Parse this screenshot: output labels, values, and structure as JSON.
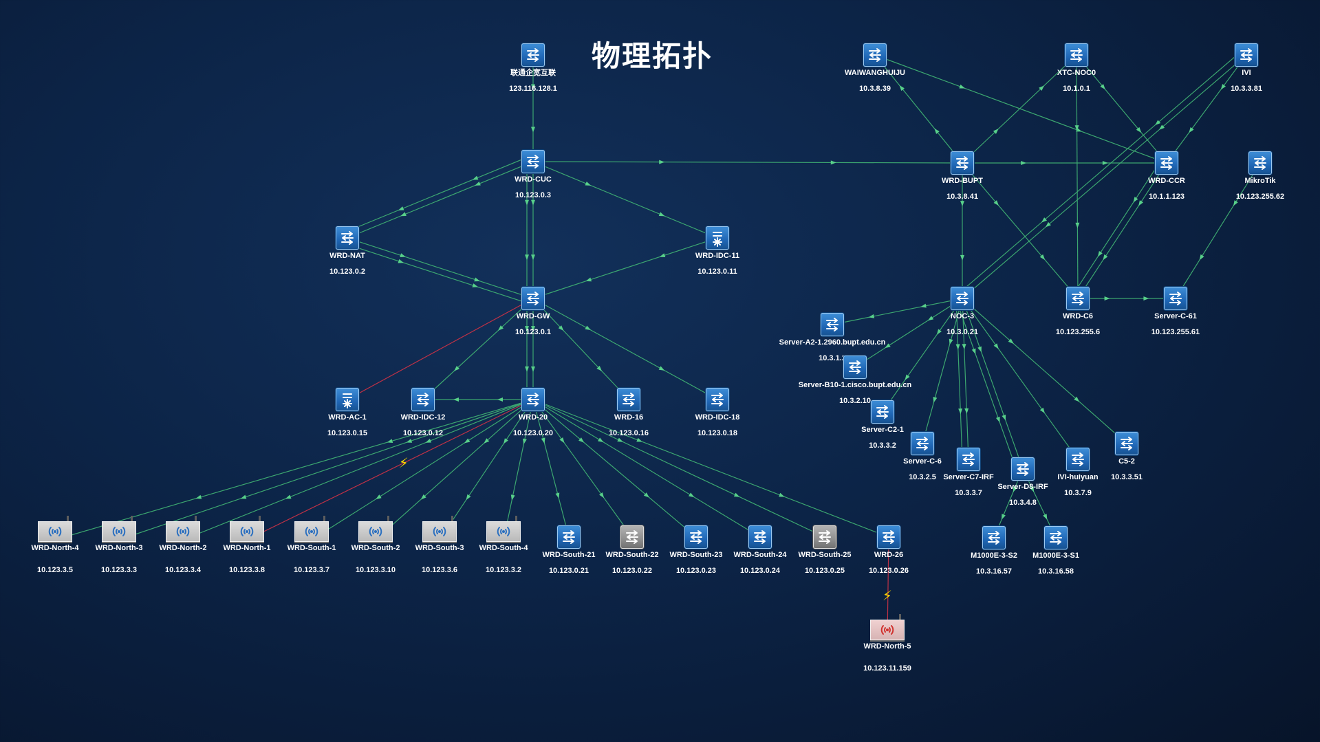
{
  "title": "物理拓扑",
  "colors": {
    "link": "#3fae72",
    "link_down": "#c83246",
    "arrow": "#58d08a",
    "switch": "#2a76c6",
    "switch_gray": "#8e8e8e",
    "alarm_bolt": "#ffd600"
  },
  "nodes": [
    {
      "id": "unicom",
      "label": "联通企宽互联",
      "ip": "123.116.128.1",
      "icon": "switch-icon"
    },
    {
      "id": "cuc",
      "label": "WRD-CUC",
      "ip": "10.123.0.3",
      "icon": "switch-icon"
    },
    {
      "id": "nat",
      "label": "WRD-NAT",
      "ip": "10.123.0.2",
      "icon": "switch-icon"
    },
    {
      "id": "idc11",
      "label": "WRD-IDC-11",
      "ip": "10.123.0.11",
      "icon": "router-icon"
    },
    {
      "id": "gw",
      "label": "WRD-GW",
      "ip": "10.123.0.1",
      "icon": "switch-icon"
    },
    {
      "id": "ac1",
      "label": "WRD-AC-1",
      "ip": "10.123.0.15",
      "icon": "router-icon"
    },
    {
      "id": "idc12",
      "label": "WRD-IDC-12",
      "ip": "10.123.0.12",
      "icon": "switch-icon"
    },
    {
      "id": "w20",
      "label": "WRD-20",
      "ip": "10.123.0.20",
      "icon": "switch-icon"
    },
    {
      "id": "w16",
      "label": "WRD-16",
      "ip": "10.123.0.16",
      "icon": "switch-icon"
    },
    {
      "id": "idc18",
      "label": "WRD-IDC-18",
      "ip": "10.123.0.18",
      "icon": "switch-icon"
    },
    {
      "id": "n4",
      "label": "WRD-North-4",
      "ip": "10.123.3.5",
      "icon": "access-point-icon"
    },
    {
      "id": "n3",
      "label": "WRD-North-3",
      "ip": "10.123.3.3",
      "icon": "access-point-icon"
    },
    {
      "id": "n2",
      "label": "WRD-North-2",
      "ip": "10.123.3.4",
      "icon": "access-point-icon"
    },
    {
      "id": "n1",
      "label": "WRD-North-1",
      "ip": "10.123.3.8",
      "icon": "access-point-icon"
    },
    {
      "id": "s1",
      "label": "WRD-South-1",
      "ip": "10.123.3.7",
      "icon": "access-point-icon"
    },
    {
      "id": "s2",
      "label": "WRD-South-2",
      "ip": "10.123.3.10",
      "icon": "access-point-icon"
    },
    {
      "id": "s3",
      "label": "WRD-South-3",
      "ip": "10.123.3.6",
      "icon": "access-point-icon"
    },
    {
      "id": "s4",
      "label": "WRD-South-4",
      "ip": "10.123.3.2",
      "icon": "access-point-icon"
    },
    {
      "id": "s21",
      "label": "WRD-South-21",
      "ip": "10.123.0.21",
      "icon": "switch-icon"
    },
    {
      "id": "s22",
      "label": "WRD-South-22",
      "ip": "10.123.0.22",
      "icon": "switch-icon",
      "status": "offline"
    },
    {
      "id": "s23",
      "label": "WRD-South-23",
      "ip": "10.123.0.23",
      "icon": "switch-icon"
    },
    {
      "id": "s24",
      "label": "WRD-South-24",
      "ip": "10.123.0.24",
      "icon": "switch-icon"
    },
    {
      "id": "s25",
      "label": "WRD-South-25",
      "ip": "10.123.0.25",
      "icon": "switch-icon",
      "status": "offline"
    },
    {
      "id": "w26",
      "label": "WRD-26",
      "ip": "10.123.0.26",
      "icon": "switch-icon"
    },
    {
      "id": "n5",
      "label": "WRD-North-5",
      "ip": "10.123.11.159",
      "icon": "access-point-icon",
      "status": "alarm"
    },
    {
      "id": "waiwang",
      "label": "WAIWANGHUIJU",
      "ip": "10.3.8.39",
      "icon": "switch-icon"
    },
    {
      "id": "xtc",
      "label": "XTC-NOC0",
      "ip": "10.1.0.1",
      "icon": "switch-icon"
    },
    {
      "id": "ivi",
      "label": "IVI",
      "ip": "10.3.3.81",
      "icon": "switch-icon"
    },
    {
      "id": "bupt",
      "label": "WRD-BUPT",
      "ip": "10.3.8.41",
      "icon": "switch-icon"
    },
    {
      "id": "ccr",
      "label": "WRD-CCR",
      "ip": "10.1.1.123",
      "icon": "switch-icon"
    },
    {
      "id": "mikrotik",
      "label": "MikroTik",
      "ip": "10.123.255.62",
      "icon": "switch-icon"
    },
    {
      "id": "noc3",
      "label": "NOC-3",
      "ip": "10.3.0.21",
      "icon": "switch-icon"
    },
    {
      "id": "c6",
      "label": "WRD-C6",
      "ip": "10.123.255.6",
      "icon": "switch-icon"
    },
    {
      "id": "sc61",
      "label": "Server-C-61",
      "ip": "10.123.255.61",
      "icon": "switch-icon"
    },
    {
      "id": "a2",
      "label": "Server-A2-1.2960.bupt.edu.cn",
      "ip": "10.3.1.2",
      "icon": "switch-icon"
    },
    {
      "id": "b10",
      "label": "Server-B10-1.cisco.bupt.edu.cn",
      "ip": "10.3.2.10",
      "icon": "switch-icon"
    },
    {
      "id": "c21",
      "label": "Server-C2-1",
      "ip": "10.3.3.2",
      "icon": "switch-icon"
    },
    {
      "id": "sc6",
      "label": "Server-C-6",
      "ip": "10.3.2.5",
      "icon": "switch-icon"
    },
    {
      "id": "c7",
      "label": "Server-C7-IRF",
      "ip": "10.3.3.7",
      "icon": "switch-icon"
    },
    {
      "id": "d8",
      "label": "Server-D8-IRF",
      "ip": "10.3.4.8",
      "icon": "switch-icon"
    },
    {
      "id": "huiyuan",
      "label": "IVI-huiyuan",
      "ip": "10.3.7.9",
      "icon": "switch-icon"
    },
    {
      "id": "c52",
      "label": "C5-2",
      "ip": "10.3.3.51",
      "icon": "switch-icon"
    },
    {
      "id": "m2",
      "label": "M1000E-3-S2",
      "ip": "10.3.16.57",
      "icon": "switch-icon"
    },
    {
      "id": "m1",
      "label": "M1000E-3-S1",
      "ip": "10.3.16.58",
      "icon": "switch-icon"
    }
  ],
  "links": [
    {
      "from": "unicom",
      "to": "cuc"
    },
    {
      "from": "cuc",
      "to": "nat"
    },
    {
      "from": "cuc",
      "to": "nat",
      "offset": 1
    },
    {
      "from": "cuc",
      "to": "idc11"
    },
    {
      "from": "cuc",
      "to": "gw"
    },
    {
      "from": "cuc",
      "to": "gw",
      "offset": 1
    },
    {
      "from": "cuc",
      "to": "bupt"
    },
    {
      "from": "nat",
      "to": "gw"
    },
    {
      "from": "nat",
      "to": "gw",
      "offset": 1
    },
    {
      "from": "idc11",
      "to": "gw"
    },
    {
      "from": "gw",
      "to": "ac1",
      "status": "down"
    },
    {
      "from": "gw",
      "to": "idc12"
    },
    {
      "from": "gw",
      "to": "w20"
    },
    {
      "from": "gw",
      "to": "w20",
      "offset": 1
    },
    {
      "from": "gw",
      "to": "w16"
    },
    {
      "from": "gw",
      "to": "idc18"
    },
    {
      "from": "w20",
      "to": "n4"
    },
    {
      "from": "w20",
      "to": "n3"
    },
    {
      "from": "w20",
      "to": "n2"
    },
    {
      "from": "w20",
      "to": "n1",
      "status": "down"
    },
    {
      "from": "w20",
      "to": "s1"
    },
    {
      "from": "w20",
      "to": "s2"
    },
    {
      "from": "w20",
      "to": "s3"
    },
    {
      "from": "w20",
      "to": "s4"
    },
    {
      "from": "w20",
      "to": "s21"
    },
    {
      "from": "w20",
      "to": "s22"
    },
    {
      "from": "w20",
      "to": "s23"
    },
    {
      "from": "w20",
      "to": "s24"
    },
    {
      "from": "w20",
      "to": "s25"
    },
    {
      "from": "w20",
      "to": "w26"
    },
    {
      "from": "w20",
      "to": "idc12"
    },
    {
      "from": "w26",
      "to": "n5",
      "status": "down"
    },
    {
      "from": "bupt",
      "to": "waiwang"
    },
    {
      "from": "bupt",
      "to": "xtc"
    },
    {
      "from": "bupt",
      "to": "ccr"
    },
    {
      "from": "bupt",
      "to": "noc3"
    },
    {
      "from": "bupt",
      "to": "c6"
    },
    {
      "from": "waiwang",
      "to": "ccr"
    },
    {
      "from": "xtc",
      "to": "ccr"
    },
    {
      "from": "xtc",
      "to": "c6"
    },
    {
      "from": "ivi",
      "to": "ccr"
    },
    {
      "from": "ivi",
      "to": "noc3"
    },
    {
      "from": "ivi",
      "to": "noc3",
      "offset": 1
    },
    {
      "from": "ccr",
      "to": "c6"
    },
    {
      "from": "ccr",
      "to": "c6",
      "offset": 1
    },
    {
      "from": "mikrotik",
      "to": "sc61"
    },
    {
      "from": "c6",
      "to": "sc61"
    },
    {
      "from": "noc3",
      "to": "a2"
    },
    {
      "from": "noc3",
      "to": "b10"
    },
    {
      "from": "noc3",
      "to": "c21"
    },
    {
      "from": "noc3",
      "to": "sc6"
    },
    {
      "from": "noc3",
      "to": "c7"
    },
    {
      "from": "noc3",
      "to": "c7",
      "offset": 1
    },
    {
      "from": "noc3",
      "to": "d8"
    },
    {
      "from": "noc3",
      "to": "d8",
      "offset": 1
    },
    {
      "from": "noc3",
      "to": "huiyuan"
    },
    {
      "from": "noc3",
      "to": "c52"
    },
    {
      "from": "d8",
      "to": "m2"
    },
    {
      "from": "d8",
      "to": "m1"
    }
  ],
  "alarms": [
    {
      "on_link": "w20-n1",
      "icon": "lightning-bolt-icon"
    },
    {
      "on_link": "w26-n5",
      "icon": "lightning-bolt-icon"
    }
  ]
}
